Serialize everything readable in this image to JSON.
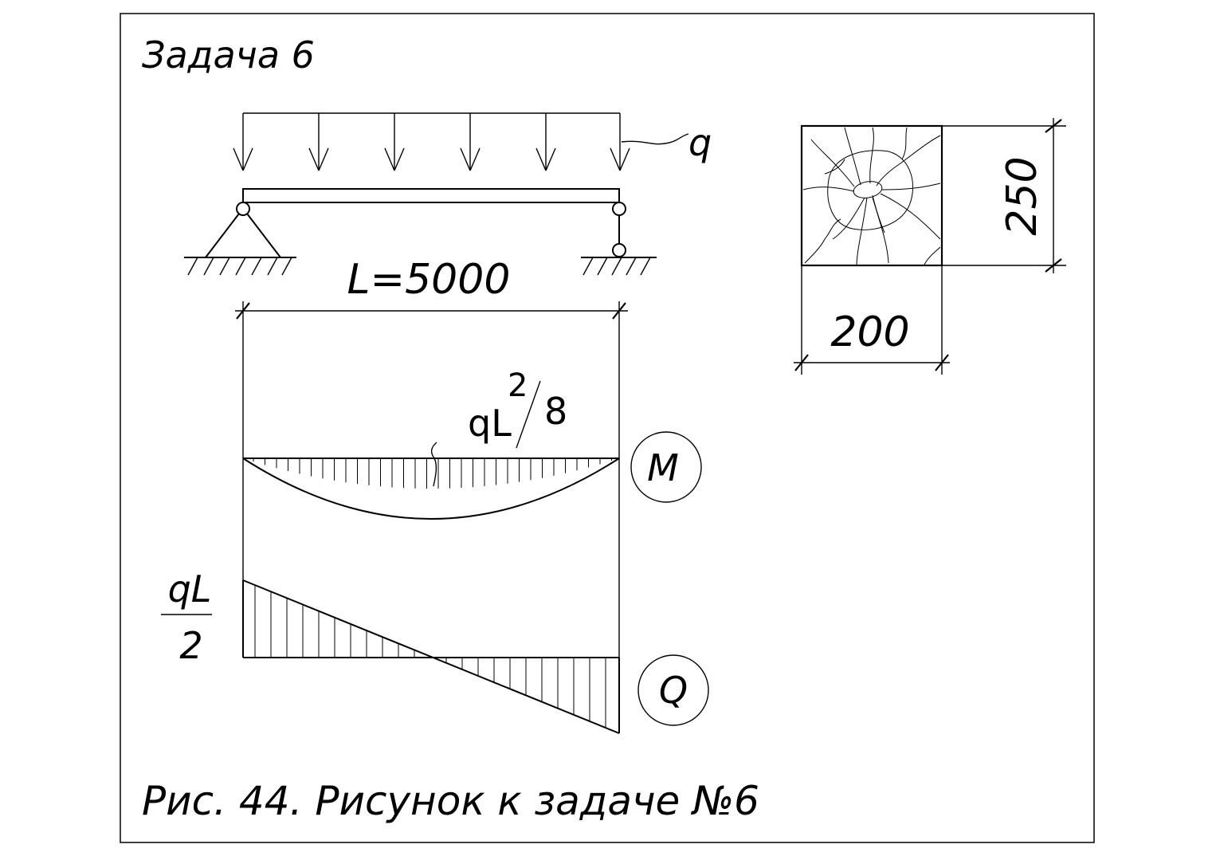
{
  "title": "Задача 6",
  "caption": "Рис. 44. Рисунок к задаче №6",
  "load_label": "q",
  "span_label": "L=5000",
  "moment_formula": {
    "base": "qL",
    "exp": "2",
    "den": "8"
  },
  "moment_diagram_label": "M",
  "shear_formula": {
    "num": "qL",
    "den": "2"
  },
  "shear_diagram_label": "Q",
  "section": {
    "width": "200",
    "height": "250"
  },
  "colors": {
    "ink": "#000000",
    "paper": "#ffffff"
  }
}
